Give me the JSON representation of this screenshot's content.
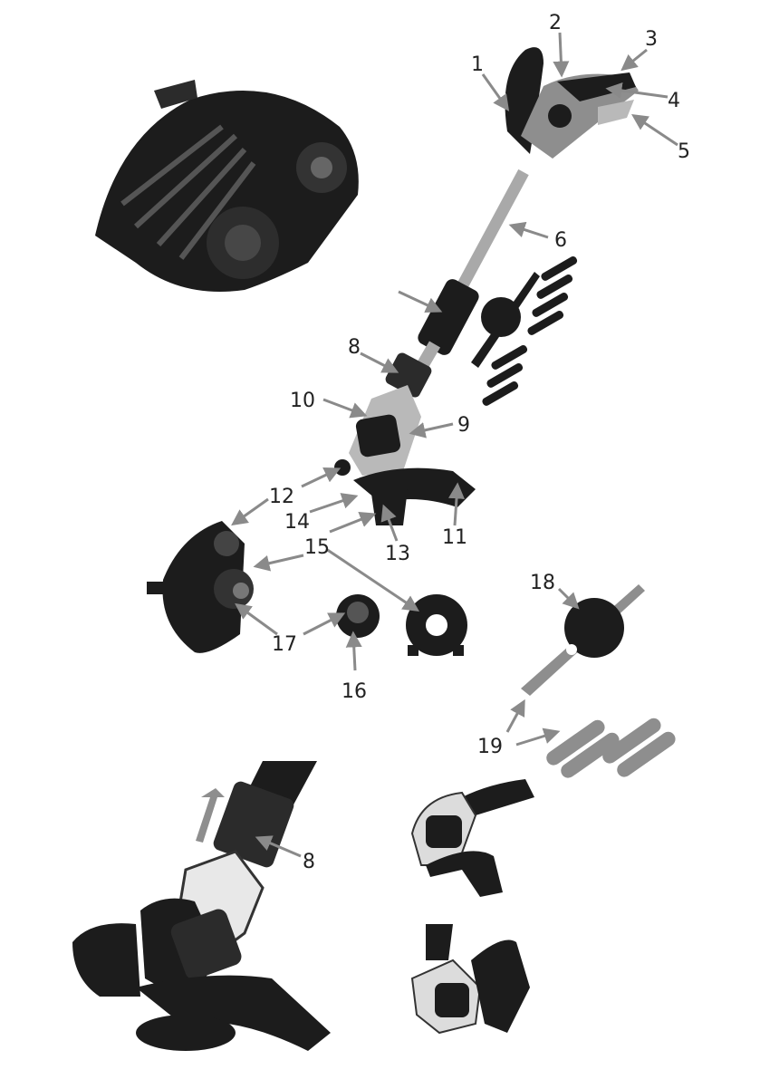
{
  "callouts": [
    {
      "id": "c1",
      "label": "1"
    },
    {
      "id": "c2",
      "label": "2"
    },
    {
      "id": "c3",
      "label": "3"
    },
    {
      "id": "c4",
      "label": "4"
    },
    {
      "id": "c5",
      "label": "5"
    },
    {
      "id": "c6",
      "label": "6"
    },
    {
      "id": "c8",
      "label": "8"
    },
    {
      "id": "c9",
      "label": "9"
    },
    {
      "id": "c10",
      "label": "10"
    },
    {
      "id": "c11",
      "label": "11"
    },
    {
      "id": "c12",
      "label": "12"
    },
    {
      "id": "c13",
      "label": "13"
    },
    {
      "id": "c14",
      "label": "14"
    },
    {
      "id": "c15",
      "label": "15"
    },
    {
      "id": "c16",
      "label": "16"
    },
    {
      "id": "c17",
      "label": "17"
    },
    {
      "id": "c18",
      "label": "18"
    },
    {
      "id": "c19",
      "label": "19"
    },
    {
      "id": "c8b",
      "label": "8"
    }
  ],
  "colors": {
    "arrow": "#8a8a8a",
    "body_black": "#1c1c1c",
    "body_grey": "#8e8e8e",
    "label": "#222222"
  }
}
